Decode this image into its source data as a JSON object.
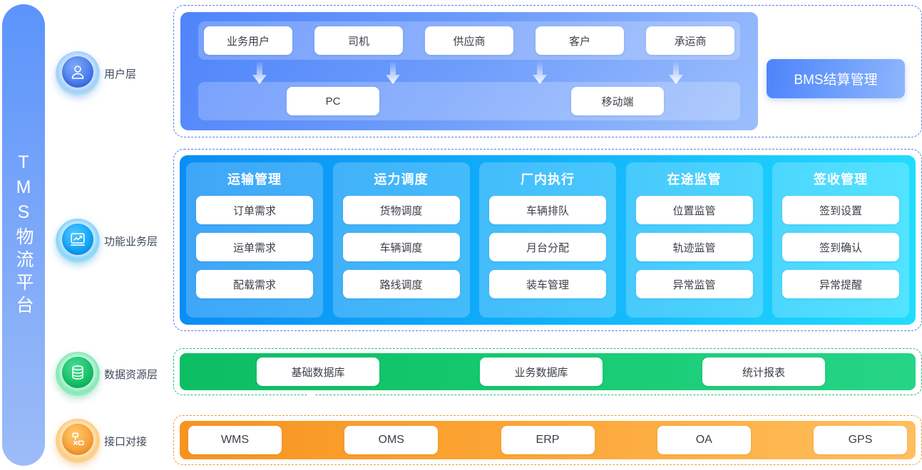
{
  "platform": {
    "title": "TMS物流平台"
  },
  "layers": [
    {
      "key": "user",
      "label": "用户层",
      "icon": "user-icon",
      "color": "#4a7cec"
    },
    {
      "key": "business",
      "label": "功能业务层",
      "icon": "chart-icon",
      "color": "#12a5f7"
    },
    {
      "key": "data",
      "label": "数据资源层",
      "icon": "database-icon",
      "color": "#16c167"
    },
    {
      "key": "interface",
      "label": "接口对接",
      "icon": "network-icon",
      "color": "#f9a13a"
    }
  ],
  "user_layer": {
    "roles": [
      "业务用户",
      "司机",
      "供应商",
      "客户",
      "承运商"
    ],
    "terminals": [
      "PC",
      "移动端"
    ],
    "bms_label": "BMS结算管理"
  },
  "business_layer": {
    "columns": [
      {
        "title": "运输管理",
        "items": [
          "订单需求",
          "运单需求",
          "配载需求"
        ]
      },
      {
        "title": "运力调度",
        "items": [
          "货物调度",
          "车辆调度",
          "路线调度"
        ]
      },
      {
        "title": "厂内执行",
        "items": [
          "车辆排队",
          "月台分配",
          "装车管理"
        ]
      },
      {
        "title": "在途监管",
        "items": [
          "位置监管",
          "轨迹监管",
          "异常监管"
        ]
      },
      {
        "title": "签收管理",
        "items": [
          "签到设置",
          "签到确认",
          "异常提醒"
        ]
      }
    ]
  },
  "data_layer": {
    "items": [
      "基础数据库",
      "业务数据库",
      "统计报表"
    ]
  },
  "interface_layer": {
    "items": [
      "WMS",
      "OMS",
      "ERP",
      "OA",
      "GPS"
    ]
  },
  "colors": {
    "platform_bar": "#5b94fb",
    "user_panel": "#4f84fb",
    "business_panel_start": "#0a8df5",
    "business_panel_end": "#22dcff",
    "data_panel": "#15c96f",
    "interface_panel": "#fca636",
    "label_text": "#3f4a5a"
  }
}
